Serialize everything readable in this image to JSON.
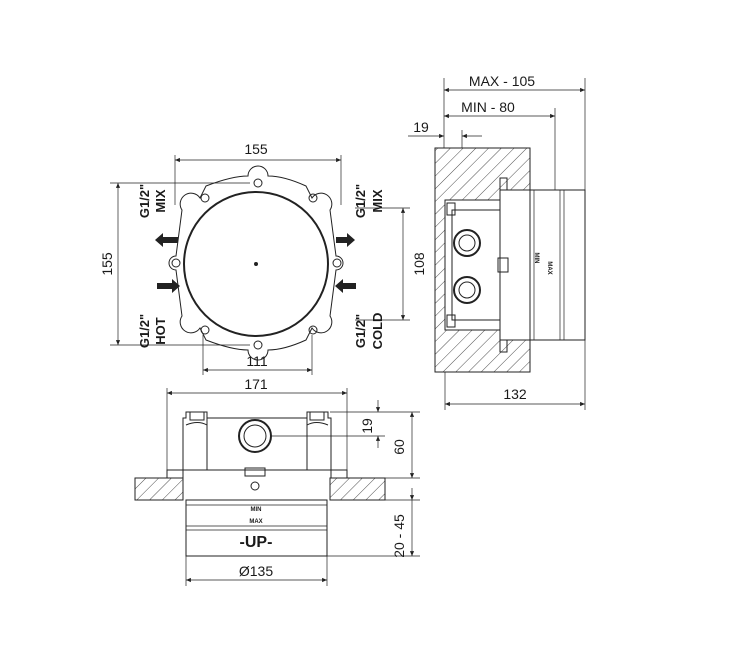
{
  "front_view": {
    "dim_width_top": "155",
    "dim_height_left": "155",
    "dim_height_right": "108",
    "dim_width_bottom": "111",
    "port_top_left_thread": "G1/2\"",
    "port_top_left_label": "MIX",
    "port_top_right_thread": "G1/2\"",
    "port_top_right_label": "MIX",
    "port_bottom_left_thread": "G1/2\"",
    "port_bottom_left_label": "HOT",
    "port_bottom_right_thread": "G1/2\"",
    "port_bottom_right_label": "COLD"
  },
  "side_view": {
    "dim_max": "MAX - 105",
    "dim_min": "MIN - 80",
    "dim_offset": "19",
    "dim_depth": "132",
    "body_mark_min": "MIN",
    "body_mark_max": "MAX"
  },
  "bottom_view": {
    "dim_width": "171",
    "dim_offset": "19",
    "dim_height": "60",
    "dim_range": "20 - 45",
    "dim_diameter": "Ø135",
    "label_up": "-UP-",
    "body_mark_min": "MIN",
    "body_mark_max": "MAX"
  }
}
